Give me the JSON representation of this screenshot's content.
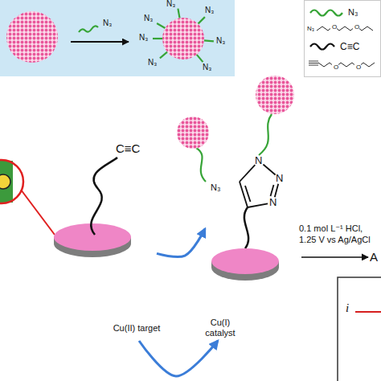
{
  "diagram": {
    "nodes": [
      {
        "text": [
          "N₃",
          "N₃",
          "N₃",
          "N₃",
          "N₃",
          "N₃",
          "N₃",
          "N₃"
        ]
      },
      {
        "text": [
          "N₃",
          "N₃",
          "O",
          "O",
          "C≡C",
          "O",
          "O"
        ]
      },
      {
        "text": [
          "C≡C"
        ]
      },
      {
        "text": [
          "N",
          "N",
          "N"
        ]
      },
      {
        "text": [
          "Cu(II) target"
        ]
      },
      {
        "text": [
          "Cu(I) catalyst"
        ]
      },
      {
        "text": [
          "A"
        ]
      }
    ],
    "edges": [
      {
        "from": 2,
        "to": 3,
        "arrow": "to"
      },
      {
        "from": 4,
        "to": 5,
        "arrow": "to"
      },
      {
        "from": 3,
        "to": 6,
        "arrow": "to",
        "label": "0.1 mol L⁻¹ HCl, 1.25 V vs Ag/AgCl"
      }
    ],
    "labels": [
      "N₃",
      "i"
    ]
  }
}
